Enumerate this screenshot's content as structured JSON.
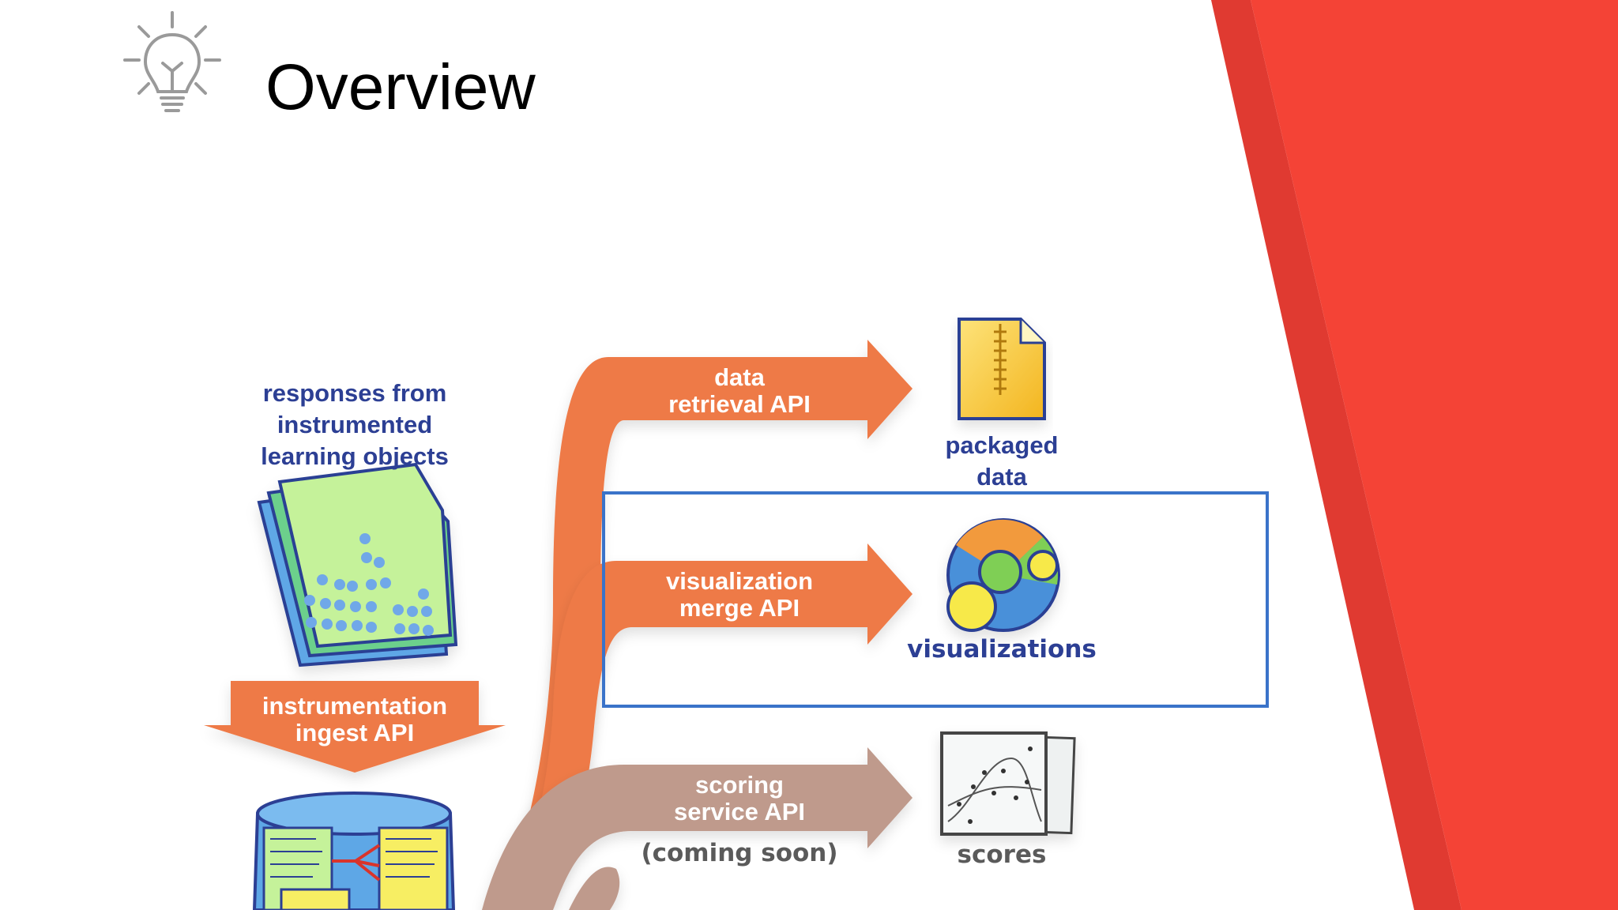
{
  "slide": {
    "title": "Overview"
  },
  "diagram": {
    "source": {
      "label_lines": [
        "responses from",
        "instrumented",
        "learning objects"
      ]
    },
    "ingest": {
      "label_lines": [
        "instrumentation",
        "ingest API"
      ]
    },
    "outputs": [
      {
        "arrow_lines": [
          "data",
          "retrieval API"
        ],
        "target_lines": [
          "packaged",
          "data"
        ],
        "note": ""
      },
      {
        "arrow_lines": [
          "visualization",
          "merge API"
        ],
        "target_lines": [
          "visualizations"
        ],
        "note": ""
      },
      {
        "arrow_lines": [
          "scoring",
          "service API"
        ],
        "target_lines": [
          "scores"
        ],
        "note": "(coming soon)"
      }
    ],
    "highlighted_output": "visualizations"
  },
  "colors": {
    "title_text": "#000000",
    "label_blue": "#2c3f94",
    "arrow_orange": "#ee7a47",
    "arrow_tan": "#bf9a8c",
    "highlight_box": "#3a73c9",
    "red_panel": "#f44336",
    "red_panel_dark": "#e03a31",
    "icon_gray": "#9a9a9a"
  },
  "icons": {
    "title_icon": "lightbulb-icon",
    "packaged_data": "zip-file-icon",
    "visualizations": "venn-circles-icon",
    "scores": "scatter-plot-icon",
    "source": "learning-objects-icon",
    "database": "database-icon"
  }
}
